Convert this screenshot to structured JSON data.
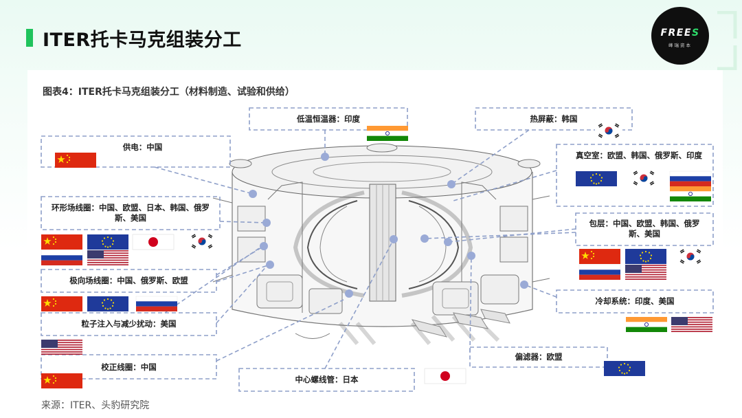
{
  "header": {
    "title": "ITER托卡马克组装分工",
    "logo_text_main": "FREE",
    "logo_text_s": "S",
    "logo_sub": "峰瑞资本"
  },
  "figure": {
    "title": "图表4：ITER托卡马克组装分工（材料制造、试验和供给）",
    "source": "来源：ITER、头豹研究院"
  },
  "labels": {
    "cryostat": "低温恒温器：印度",
    "thermal_shield": "热屏蔽：韩国",
    "power_supply": "供电：中国",
    "vacuum_vessel": "真空室：欧盟、韩国、俄罗斯、印度",
    "tf_coils": "环形场线圈：中国、欧盟、日本、韩国、俄罗斯、美国",
    "blanket": "包层：中国、欧盟、韩国、俄罗斯、美国",
    "pf_coils": "极向场线圈：中国、俄罗斯、欧盟",
    "heating": "粒子注入与减少扰动：美国",
    "cooling": "冷却系统：印度、美国",
    "correction_coils": "校正线圈：中国",
    "divertor": "偏滤器：欧盟",
    "central_solenoid": "中心螺线管：日本"
  },
  "colors": {
    "accent_green": "#1fc35c",
    "dash_line": "#8e9fc9",
    "dot": "#9aaad6"
  }
}
